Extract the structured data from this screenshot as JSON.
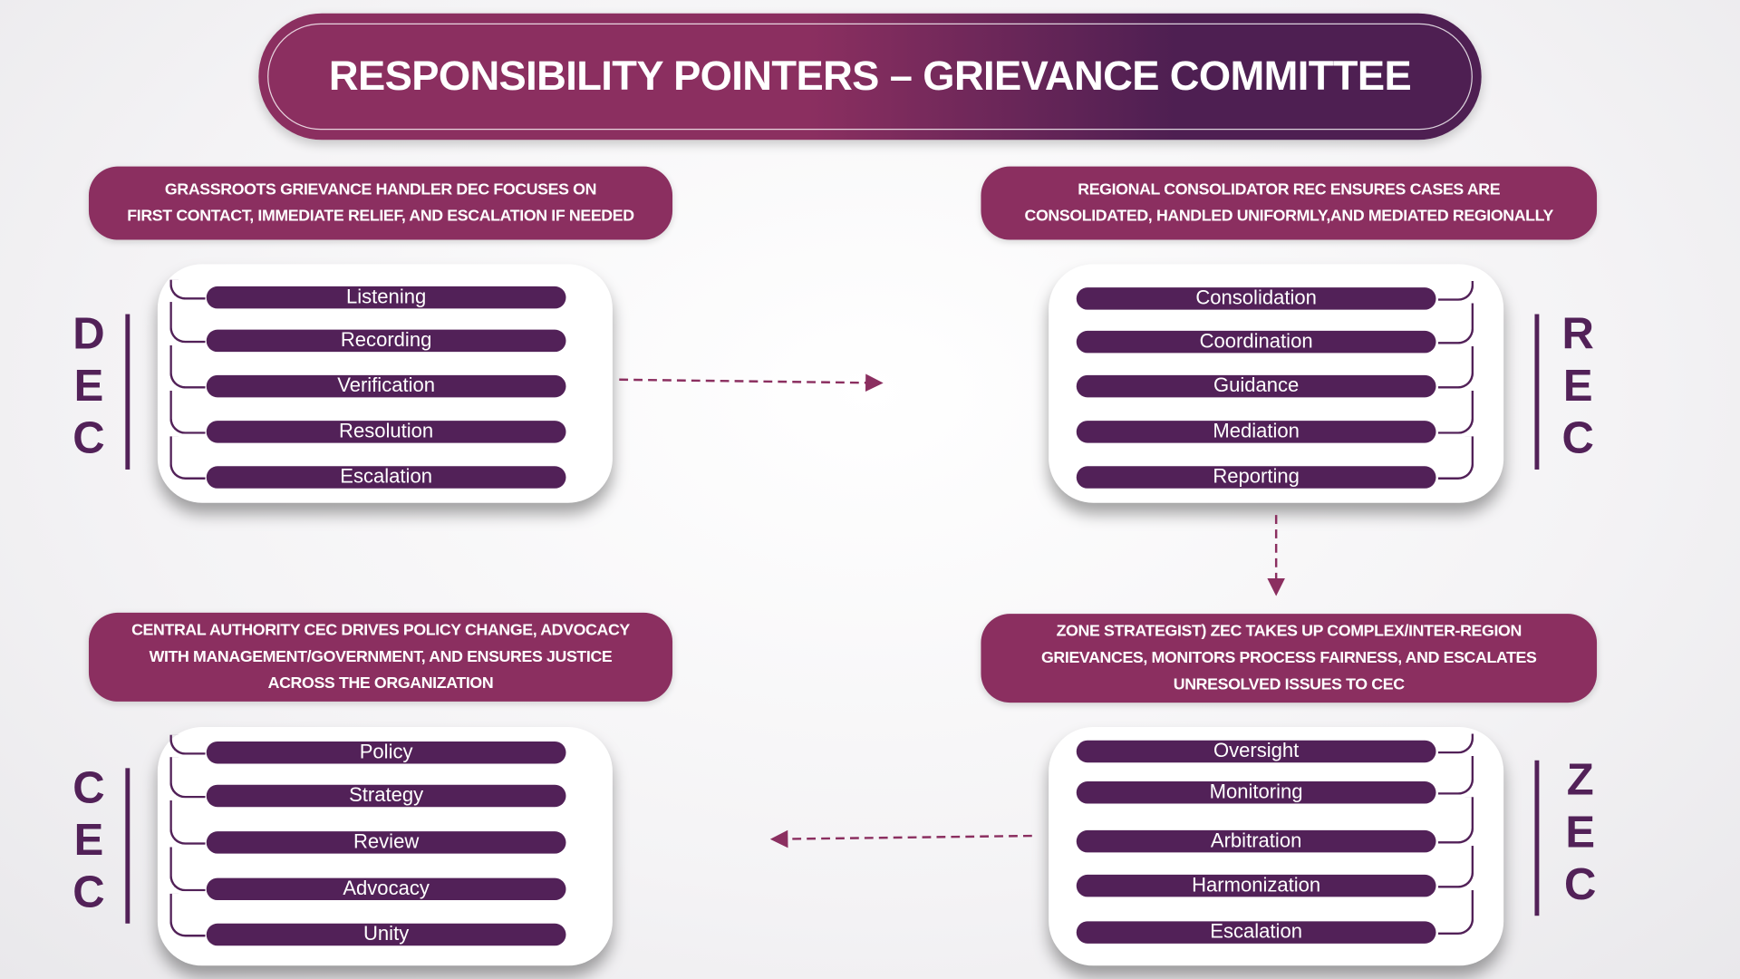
{
  "title": "RESPONSIBILITY POINTERS – GRIEVANCE COMMITTEE",
  "colors": {
    "primary": "#8b2f60",
    "dark": "#522158"
  },
  "dec": {
    "letters": [
      "D",
      "E",
      "C"
    ],
    "heading": [
      "GRASSROOTS GRIEVANCE HANDLER DEC FOCUSES ON",
      "FIRST CONTACT, IMMEDIATE RELIEF, AND ESCALATION IF NEEDED"
    ],
    "items": [
      "Listening",
      "Recording",
      "Verification",
      "Resolution",
      "Escalation"
    ]
  },
  "rec": {
    "letters": [
      "R",
      "E",
      "C"
    ],
    "heading": [
      "REGIONAL CONSOLIDATOR REC ENSURES CASES ARE",
      "CONSOLIDATED, HANDLED UNIFORMLY,AND MEDIATED REGIONALLY"
    ],
    "items": [
      "Consolidation",
      "Coordination",
      "Guidance",
      "Mediation",
      "Reporting"
    ]
  },
  "cec": {
    "letters": [
      "C",
      "E",
      "C"
    ],
    "heading": [
      "CENTRAL AUTHORITY CEC DRIVES POLICY CHANGE, ADVOCACY",
      "WITH MANAGEMENT/GOVERNMENT, AND ENSURES JUSTICE",
      "ACROSS THE ORGANIZATION"
    ],
    "items": [
      "Policy",
      "Strategy",
      "Review",
      "Advocacy",
      "Unity"
    ]
  },
  "zec": {
    "letters": [
      "Z",
      "E",
      "C"
    ],
    "heading": [
      "ZONE STRATEGIST) ZEC TAKES UP COMPLEX/INTER-REGION",
      "GRIEVANCES, MONITORS PROCESS FAIRNESS, AND ESCALATES",
      "UNRESOLVED ISSUES TO CEC"
    ],
    "items": [
      "Oversight",
      "Monitoring",
      "Arbitration",
      "Harmonization",
      "Escalation"
    ]
  }
}
